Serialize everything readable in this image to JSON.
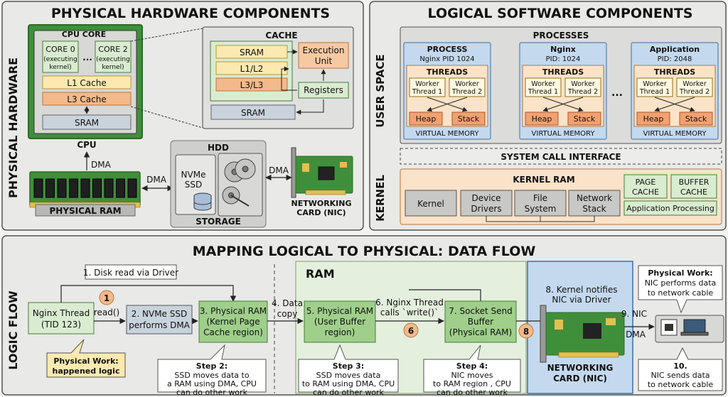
{
  "hardware": {
    "title": "PHYSICAL HARDWARE COMPONENTS",
    "side_label": "PHYSICAL HARDWARE",
    "cpu_core": "CPU CORE",
    "core0": [
      "CORE 0",
      "(executing",
      "kernel)"
    ],
    "core_dots": "...",
    "core2": [
      "CORE 2",
      "(executing",
      "kernel)"
    ],
    "l1_cache": "L1 Cache",
    "l3_cache": "L3 Cache",
    "sram": "SRAM",
    "cpu_label": "CPU",
    "cache_title": "CACHE",
    "cache_sram": "SRAM",
    "cache_l1l2": "L1/L2",
    "cache_l3l3": "L3/L3",
    "cache_sram_bottom": "SRAM",
    "execution_unit": [
      "Execution",
      "Unit"
    ],
    "registers": "Registers",
    "dma_up": "DMA",
    "physical_ram": "PHYSICAL RAM",
    "dma_left": "DMA",
    "hdd": "HDD",
    "nvme": [
      "NVMe",
      "SSD"
    ],
    "storage": "STORAGE",
    "dma_right": "DMA",
    "networking_card": [
      "NETWORKING",
      "CARD (NIC)"
    ]
  },
  "software": {
    "title": "LOGICAL SOFTWARE COMPONENTS",
    "user_space": "USER SPACE",
    "kernel_side": "KERNEL",
    "processes_title": "PROCESSES",
    "processes": [
      {
        "name": "PROCESS",
        "pid": "Nginx PID 1024",
        "threads": "THREADS",
        "worker1": [
          "Worker",
          "Thread 1"
        ],
        "worker2": [
          "Worker",
          "Thread 2"
        ],
        "heap": "Heap",
        "stack": "Stack",
        "vm": "VIRTUAL MEMORY"
      },
      {
        "name": "Nginx",
        "pid": "PID: 1024",
        "threads": "THREADS",
        "worker1": [
          "Worker",
          "Thread 1"
        ],
        "worker2": [
          "Worker",
          "Thread 2"
        ],
        "heap": "Heap",
        "stack": "Stack",
        "vm": "VIRTUAL MEMORY"
      },
      {
        "name": "Application",
        "pid": "PID: 2048",
        "threads": "THREADS",
        "worker1": [
          "Worker",
          "Thread 1"
        ],
        "worker2": [
          "Worker",
          "Thread 2"
        ],
        "heap": "Heap",
        "stack": "Stack",
        "vm": "VIRTUAL MEMORY"
      }
    ],
    "proc_dots": "...",
    "syscall": "SYSTEM CALL INTERFACE",
    "kernel_ram": "KERNEL RAM",
    "kernel": "Kernel",
    "device_drivers": [
      "Device",
      "Drivers"
    ],
    "file_system": [
      "File",
      "System"
    ],
    "network_stack": [
      "Network",
      "Stack"
    ],
    "page_cache": [
      "PAGE",
      "CACHE"
    ],
    "buffer_cache": [
      "BUFFER",
      "CACHE"
    ],
    "app_processing": "Application Processing"
  },
  "flow": {
    "title": "MAPPING LOGICAL TO PHYSICAL: DATA FLOW",
    "side_label": "LOGIC FLOW",
    "nginx_thread": [
      "Nginx Thread",
      "(TID 123)"
    ],
    "disk_read": "1. Disk read via Driver",
    "badge1": "1",
    "read_call": "read()",
    "nvme_dma": [
      "2. NVMe SSD",
      "performs DMA"
    ],
    "phys_ram_kernel": [
      "3. Physical RAM",
      "(Kernel Page",
      "Cache region)"
    ],
    "data_copy": [
      "4. Data",
      "copy"
    ],
    "ram_label": "RAM",
    "phys_ram_user": [
      "5. Physical RAM",
      "(User Buffer",
      "region)"
    ],
    "nginx_write": [
      "6. Nginx Thread",
      "calls `write()`"
    ],
    "badge6": "6",
    "socket_buffer": [
      "7. Socket Send",
      "Buffer",
      "(Physical RAM)"
    ],
    "badge8": "8",
    "kernel_notifies": [
      "8. Kernel notifies",
      "NIC via Driver"
    ],
    "networking_card": [
      "NETWORKING",
      "CARD (NIC)"
    ],
    "nic9": "9. NIC",
    "dma": "DMA",
    "physical_work_left": [
      "Physical Work:",
      "happened logic"
    ],
    "step2": [
      "Step 2:",
      "SSD moves data to",
      "a RAM using DMA, CPU",
      "can do other work"
    ],
    "step3": [
      "Step 3:",
      "SSD moves data",
      "to RAM using DMA, CPU",
      "can do other work"
    ],
    "step4": [
      "Step 4:",
      "NIC moves",
      "to  RAM region , CPU",
      "can do other work"
    ],
    "physical_work_right": [
      "Physical Work:",
      "NIC performs data",
      "to network cable"
    ],
    "step10": [
      "10.",
      "NIC sends data",
      "to network cable"
    ]
  }
}
